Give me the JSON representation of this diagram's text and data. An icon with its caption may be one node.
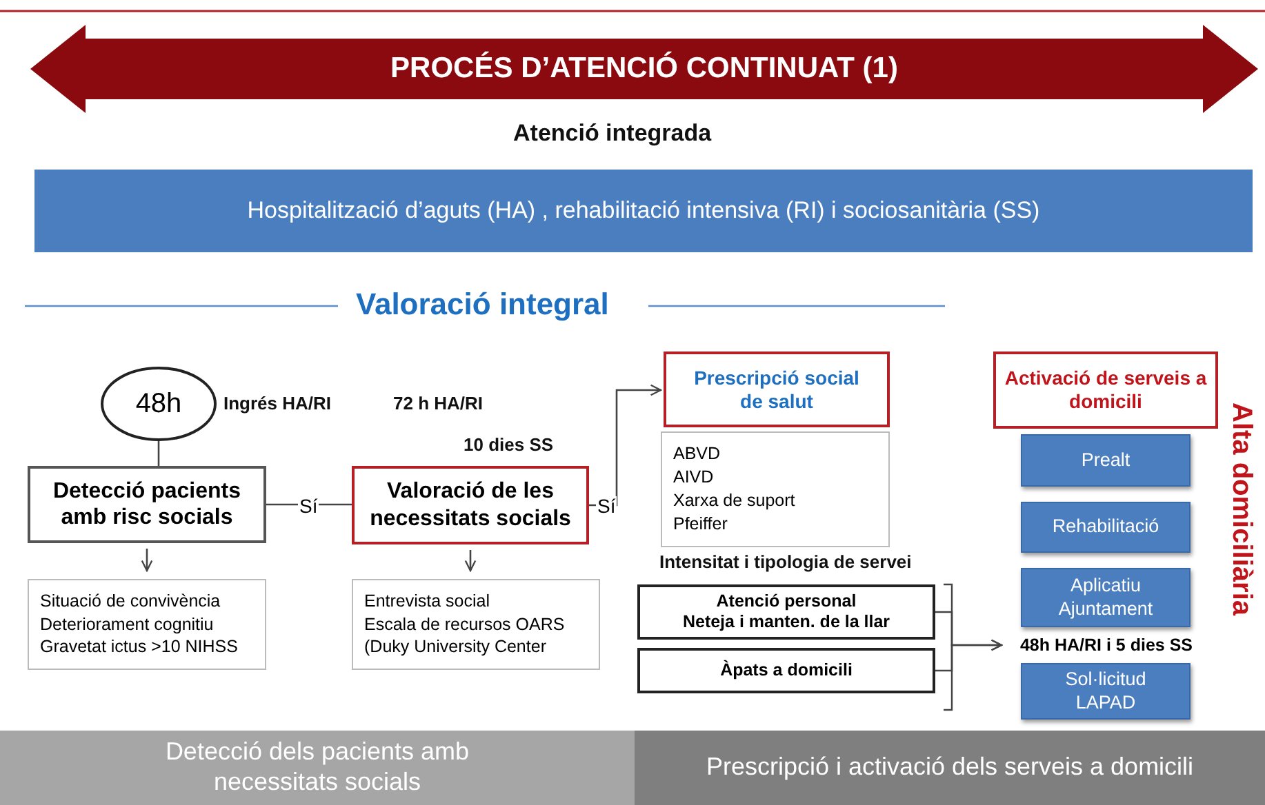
{
  "diagram": {
    "nodes": [
      {
        "text": [
          "PROCÉS D’ATENCIÓ CONTINUAT (1)"
        ]
      },
      {
        "text": [
          "Hospitalització d’aguts (HA) , rehabilitació intensiva (RI) i sociosanitària (SS)"
        ]
      },
      {
        "text": [
          "48h"
        ]
      },
      {
        "text": [
          "Detecció pacients amb risc socials"
        ]
      },
      {
        "text": [
          "Situació de convivència",
          "Deteriorament cognitiu",
          "Gravetat ictus >10 NIHSS"
        ]
      },
      {
        "text": [
          "Valoració de les necessitats socials"
        ]
      },
      {
        "text": [
          "Entrevista social",
          "Escala de recursos OARS",
          "(Duky University Center"
        ]
      },
      {
        "text": [
          "Prescripció social de salut"
        ]
      },
      {
        "text": [
          "ABVD",
          "AIVD",
          "Xarxa de suport",
          "Pfeiffer"
        ]
      },
      {
        "text": [
          "Atenció personal",
          "Neteja i manten. de la llar"
        ]
      },
      {
        "text": [
          "Àpats a domicili"
        ]
      },
      {
        "text": [
          "48h HA/RI i 5 dies SS"
        ]
      },
      {
        "text": [
          "Activació de serveis a domicili"
        ]
      },
      {
        "text": [
          "Prealt"
        ]
      },
      {
        "text": [
          "Rehabilitació"
        ]
      },
      {
        "text": [
          "Aplicatiu Ajuntament"
        ]
      },
      {
        "text": [
          "Sol·licitud LAPAD"
        ]
      },
      {
        "text": [
          "Detecció dels pacients amb necessitats socials"
        ]
      },
      {
        "text": [
          "Prescripció i activació dels serveis a domicili"
        ]
      }
    ],
    "edges": [
      {
        "from": 2,
        "to": 3,
        "arrow": "none"
      },
      {
        "from": 3,
        "to": 4,
        "arrow": "to"
      },
      {
        "from": 3,
        "to": 5,
        "arrow": "none",
        "label": "Sí"
      },
      {
        "from": 5,
        "to": 6,
        "arrow": "to"
      },
      {
        "from": 5,
        "to": 7,
        "arrow": "to",
        "label": "Sí"
      },
      {
        "from": 9,
        "to": 11,
        "arrow": "to"
      },
      {
        "from": 10,
        "to": 11,
        "arrow": "to"
      }
    ],
    "labels": [
      "Atenció integrada",
      "Valoració integral",
      "Ingrés HA/RI",
      "72 h HA/RI",
      "10 dies SS",
      "Intensitat i tipologia de servei",
      "Alta domiciliària"
    ]
  }
}
